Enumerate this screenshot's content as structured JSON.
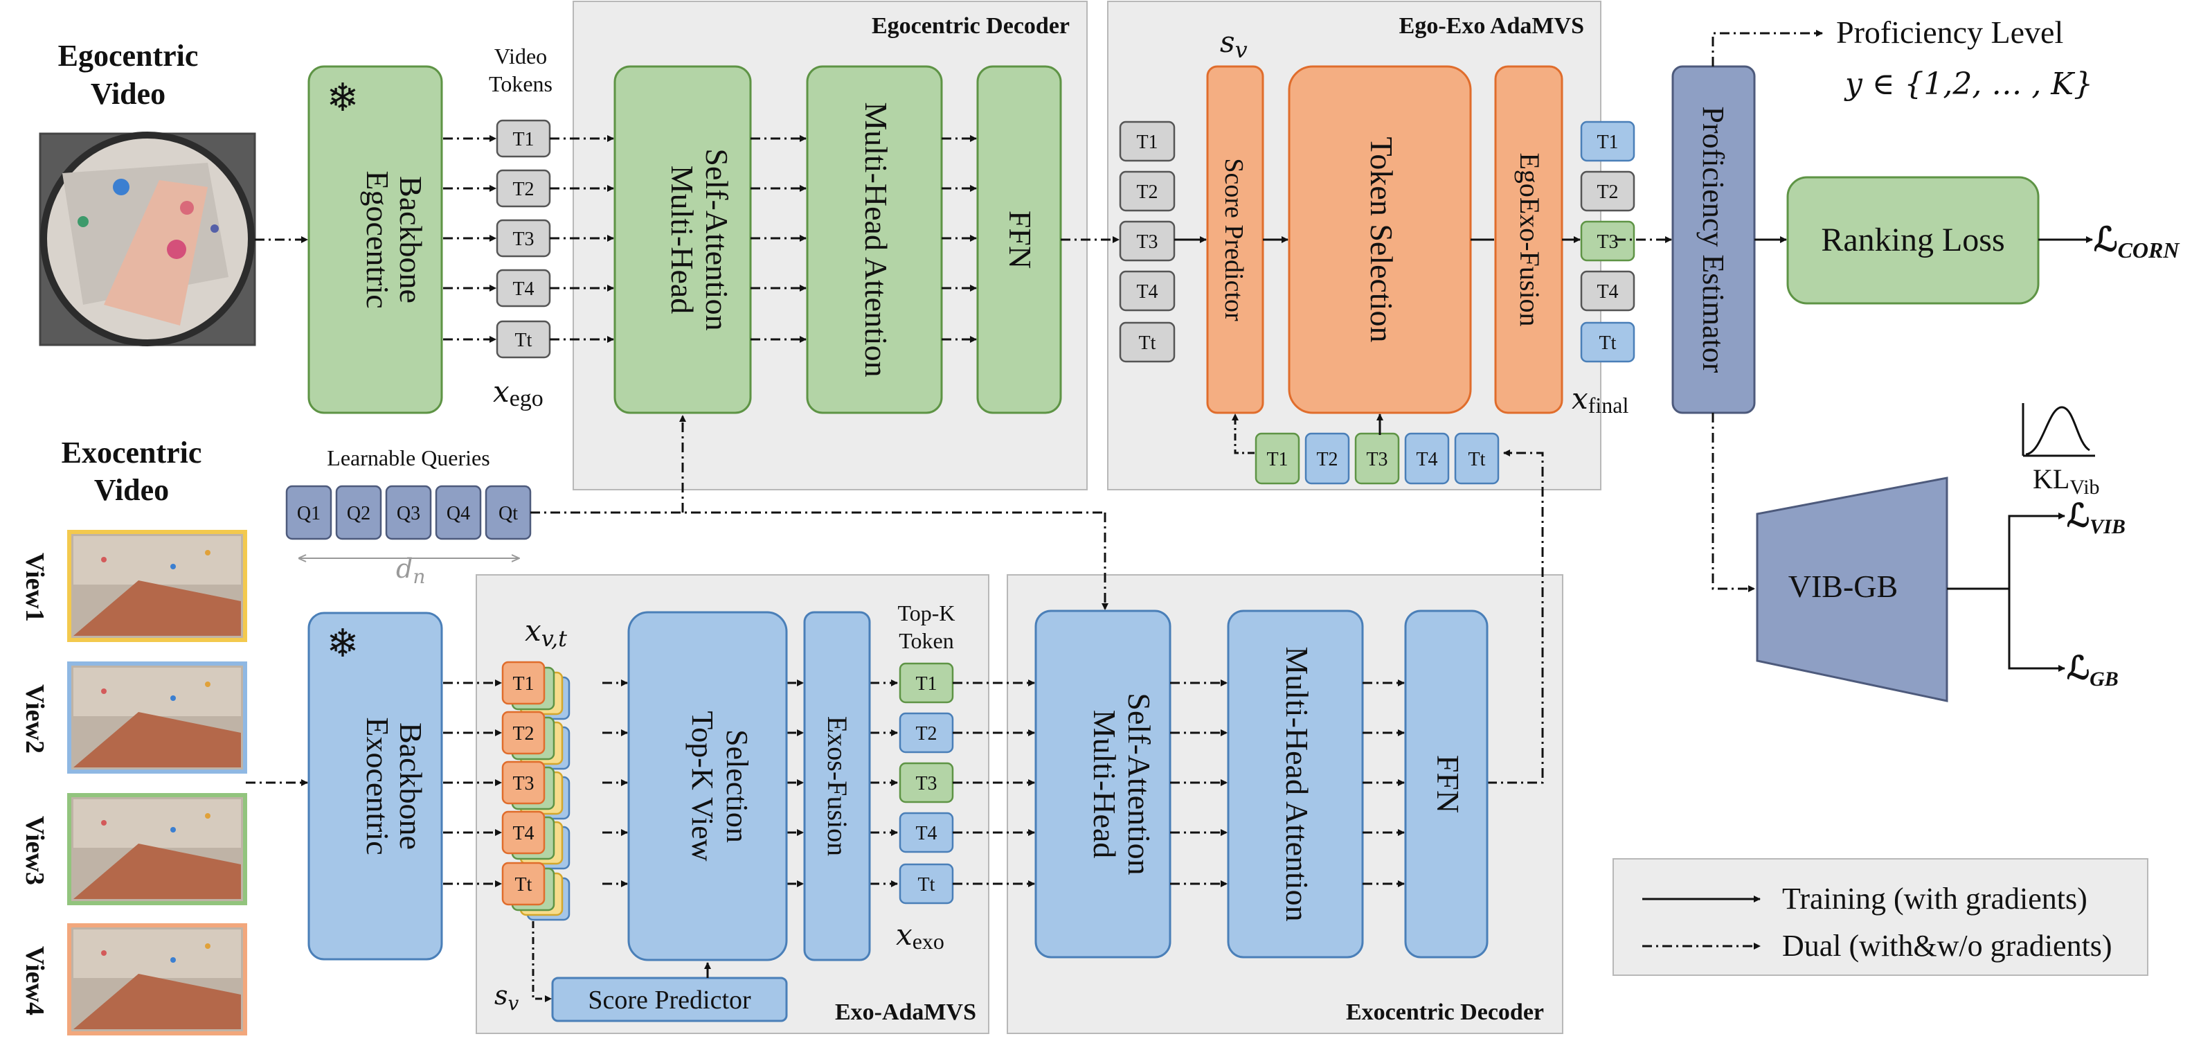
{
  "ego_input": {
    "title_line1": "Egocentric",
    "title_line2": "Video"
  },
  "exo_input": {
    "title_line1": "Exocentric",
    "title_line2": "Video",
    "views": [
      "View1",
      "View2",
      "View3",
      "View4"
    ],
    "view_colors": [
      "#f3c94e",
      "#8fb8e3",
      "#92c47d",
      "#f2a77c"
    ]
  },
  "ego_backbone": {
    "line1": "Egocentric",
    "line2": "Backbone",
    "icon": "snowflake-icon"
  },
  "exo_backbone": {
    "line1": "Exocentric",
    "line2": "Backbone",
    "icon": "snowflake-icon"
  },
  "video_tokens": {
    "caption_line1": "Video",
    "caption_line2": "Tokens",
    "tokens": [
      "T1",
      "T2",
      "T3",
      "T4",
      "Tt"
    ],
    "var_symbol": "x",
    "var_sub": "ego"
  },
  "learnable_queries": {
    "caption": "Learnable Queries",
    "queries": [
      "Q1",
      "Q2",
      "Q3",
      "Q4",
      "Qt"
    ],
    "dim_symbol": "d",
    "dim_sub": "n"
  },
  "ego_decoder": {
    "title": "Egocentric Decoder",
    "self_attn_line1": "Multi-Head",
    "self_attn_line2": "Self-Attention",
    "mha": "Multi-Head Attention",
    "ffn": "FFN"
  },
  "ego_exo_adamvs": {
    "title": "Ego-Exo AdaMVS",
    "sv_symbol": "s",
    "sv_sub": "v",
    "input_tokens": [
      "T1",
      "T2",
      "T3",
      "T4",
      "Tt"
    ],
    "score_predictor": "Score Predictor",
    "token_selection": "Token Selection",
    "fusion": "EgoExo-Fusion",
    "bottom_tokens": [
      "T1",
      "T2",
      "T3",
      "T4",
      "Tt"
    ],
    "bottom_token_colors": [
      "green",
      "blue",
      "green",
      "blue",
      "blue"
    ],
    "output_tokens": [
      "T1",
      "T2",
      "T3",
      "T4",
      "Tt"
    ],
    "output_token_colors": [
      "blue",
      "gray",
      "green",
      "gray",
      "blue"
    ],
    "out_symbol": "x",
    "out_sub": "final"
  },
  "proficiency": {
    "estimator": "Proficiency Estimator",
    "level_label": "Proficiency Level",
    "level_formula": "y ∈ {1,2, … , K}"
  },
  "ranking_loss": {
    "label": "Ranking Loss",
    "loss_symbol": "ℒ",
    "loss_sub": "CORN"
  },
  "vib": {
    "label": "VIB-GB",
    "kl_symbol": "KL",
    "kl_sub": "Vib",
    "loss1_symbol": "ℒ",
    "loss1_sub": "VIB",
    "loss2_symbol": "ℒ",
    "loss2_sub": "GB"
  },
  "exo_adamvs": {
    "title": "Exo-AdaMVS",
    "xvt_symbol": "x",
    "xvt_sub": "v,t",
    "view_tokens": [
      "T1",
      "T2",
      "T3",
      "T4",
      "Tt"
    ],
    "topk_line1": "Top-K View",
    "topk_line2": "Selection",
    "fusion": "Exos-Fusion",
    "score_predictor": "Score Predictor",
    "sv_symbol": "s",
    "sv_sub": "v",
    "topk_caption_line1": "Top-K",
    "topk_caption_line2": "Token",
    "topk_tokens": [
      "T1",
      "T2",
      "T3",
      "T4",
      "Tt"
    ],
    "topk_token_colors": [
      "green",
      "blue",
      "green",
      "blue",
      "blue"
    ],
    "out_symbol": "x",
    "out_sub": "exo"
  },
  "exo_decoder": {
    "title": "Exocentric Decoder",
    "self_attn_line1": "Multi-Head",
    "self_attn_line2": "Self-Attention",
    "mha": "Multi-Head Attention",
    "ffn": "FFN"
  },
  "legend": {
    "training": "Training (with gradients)",
    "dual": "Dual (with&w/o gradients)"
  },
  "colors": {
    "green_fill": "#b3d4a6",
    "green_stroke": "#5e9445",
    "blue_fill": "#a5c6e8",
    "blue_stroke": "#4a7fb8",
    "orange_fill": "#f4ae82",
    "orange_stroke": "#e06d2c",
    "slate_fill": "#8e9fc4",
    "slate_stroke": "#4d5a7c",
    "gray_fill": "#d3d3d3",
    "gray_stroke": "#555555",
    "panel_fill": "#ececec",
    "panel_stroke": "#b8b8b8"
  }
}
